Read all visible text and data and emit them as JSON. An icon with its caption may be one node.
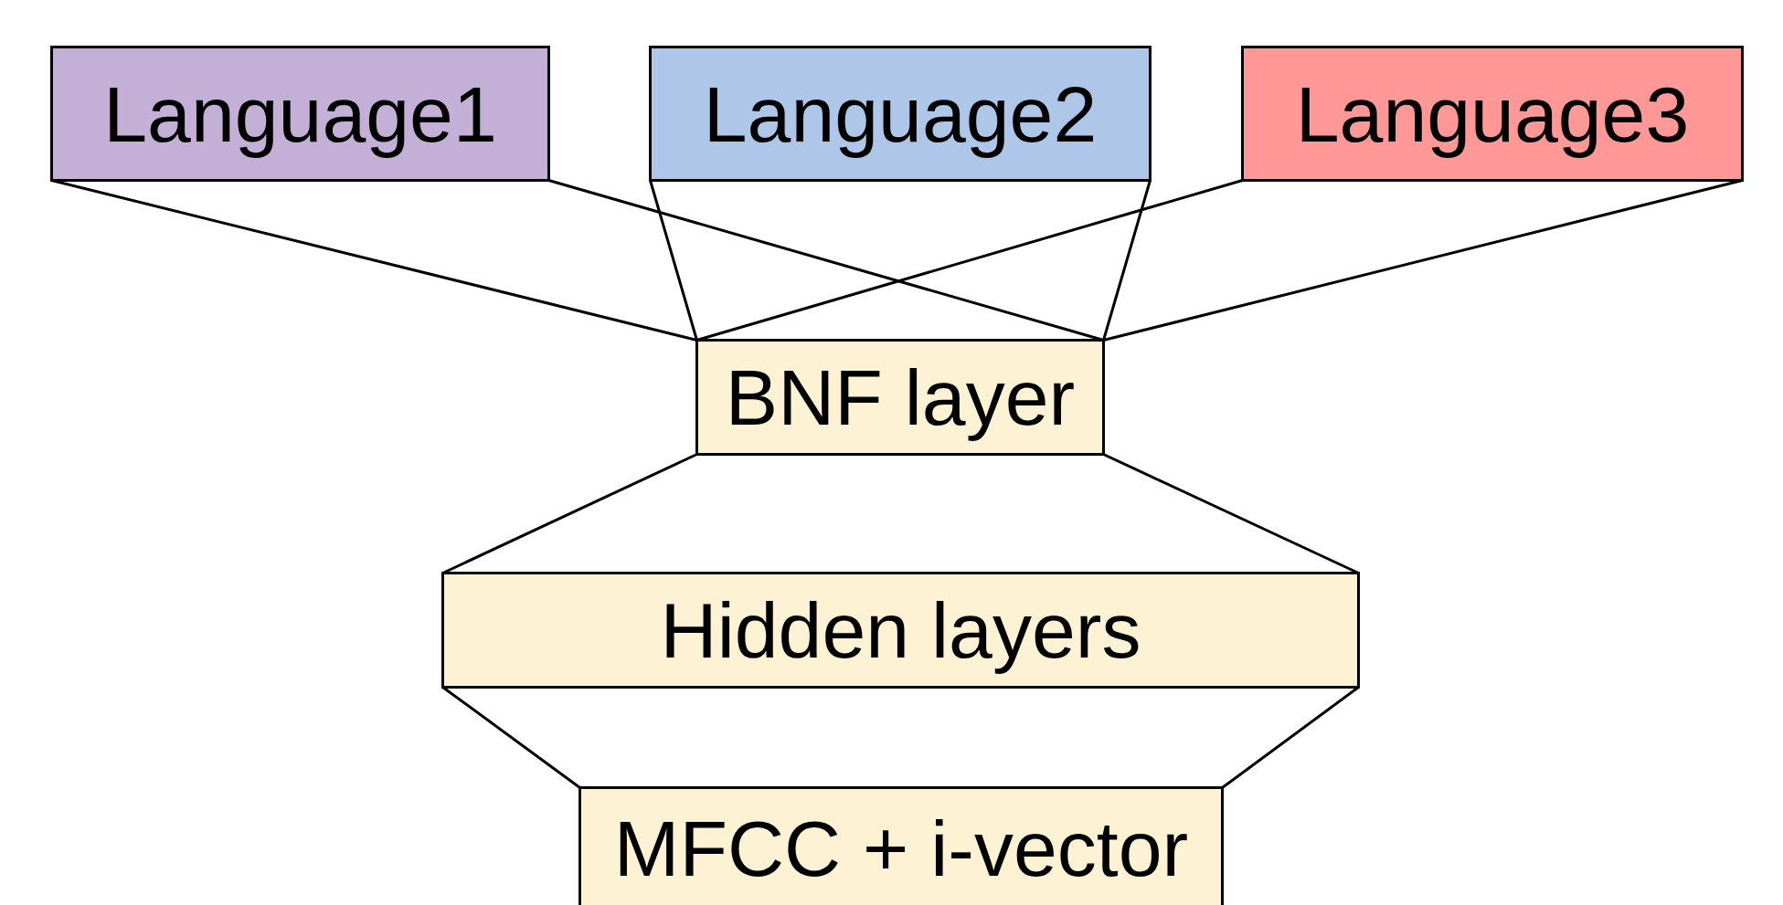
{
  "diagram": {
    "nodes": [
      {
        "text": [
          "Language1"
        ]
      },
      {
        "text": [
          "Language2"
        ]
      },
      {
        "text": [
          "Language3"
        ]
      },
      {
        "text": [
          "BNF layer"
        ]
      },
      {
        "text": [
          "Hidden layers"
        ]
      },
      {
        "text": [
          "MFCC + i-vector"
        ]
      }
    ],
    "edges": [
      {
        "from": 0,
        "to": 3,
        "arrow": "none"
      },
      {
        "from": 0,
        "to": 3,
        "arrow": "none"
      },
      {
        "from": 1,
        "to": 3,
        "arrow": "none"
      },
      {
        "from": 1,
        "to": 3,
        "arrow": "none"
      },
      {
        "from": 2,
        "to": 3,
        "arrow": "none"
      },
      {
        "from": 2,
        "to": 3,
        "arrow": "none"
      },
      {
        "from": 3,
        "to": 4,
        "arrow": "none"
      },
      {
        "from": 3,
        "to": 4,
        "arrow": "none"
      },
      {
        "from": 4,
        "to": 5,
        "arrow": "none"
      },
      {
        "from": 4,
        "to": 5,
        "arrow": "none"
      }
    ]
  }
}
